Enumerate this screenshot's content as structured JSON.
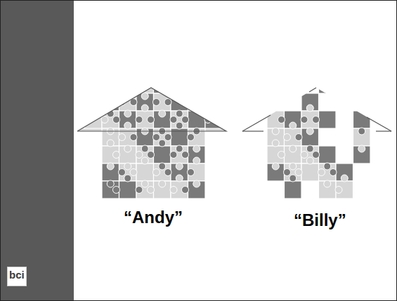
{
  "diagram": {
    "labels": [
      "“Andy”",
      "“Billy”",
      "bci"
    ]
  }
}
